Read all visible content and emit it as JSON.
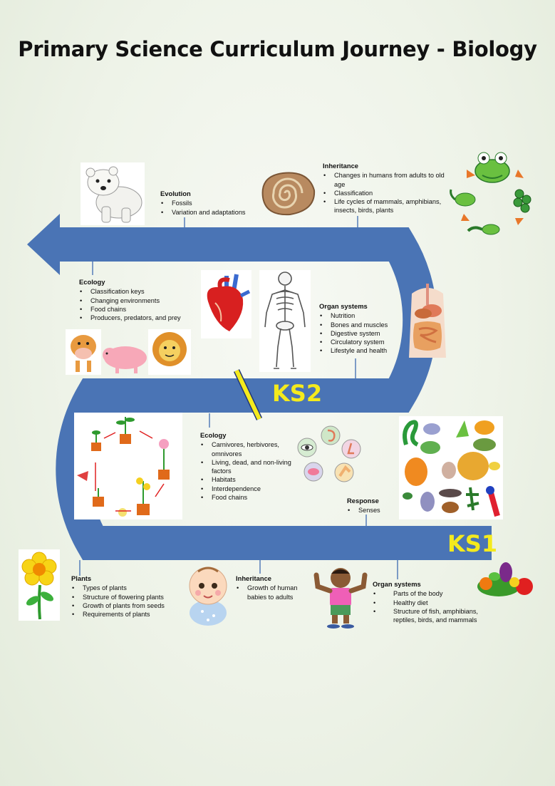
{
  "title": "Primary Science Curriculum Journey - Biology",
  "stages": {
    "ks2": "KS2",
    "ks1": "KS1"
  },
  "colors": {
    "road": "#4a74b5",
    "stage_label": "#f4ea1d",
    "marker": "#f4ea1d"
  },
  "topics": {
    "ks1_plants": {
      "heading": "Plants",
      "items": [
        "Types of plants",
        "Structure of flowering plants",
        "Growth of plants from seeds",
        "Requirements of plants"
      ]
    },
    "ks1_inheritance": {
      "heading": "Inheritance",
      "items": [
        "Growth of human babies to adults"
      ]
    },
    "ks1_organ_systems": {
      "heading": "Organ systems",
      "items": [
        "Parts of the body",
        "Healthy diet",
        "Structure of fish, amphibians, reptiles, birds, and mammals"
      ]
    },
    "ks1_response": {
      "heading": "Response",
      "items": [
        "Senses"
      ]
    },
    "ks1_ecology": {
      "heading": "Ecology",
      "items": [
        "Carnivores, herbivores, omnivores",
        "Living, dead, and non-living factors",
        "Habitats",
        "Interdependence",
        "Food chains"
      ]
    },
    "ks2_organ_systems": {
      "heading": "Organ systems",
      "items": [
        "Nutrition",
        "Bones and muscles",
        "Digestive system",
        "Circulatory system",
        "Lifestyle and health"
      ]
    },
    "ks2_ecology": {
      "heading": "Ecology",
      "items": [
        "Classification keys",
        "Changing environments",
        "Food chains",
        "Producers, predators, and prey"
      ]
    },
    "ks2_evolution": {
      "heading": "Evolution",
      "items": [
        "Fossils",
        "Variation and adaptations"
      ]
    },
    "ks2_inheritance": {
      "heading": "Inheritance",
      "items": [
        "Changes in humans from adults to old age",
        "Classification",
        "Life cycles of mammals, amphibians, insects, birds, plants"
      ]
    }
  },
  "icons": [
    "flower-icon",
    "baby-icon",
    "boy-icon",
    "vegetables-icon",
    "animals-icon",
    "senses-icon",
    "plant-growth-cycle-icon",
    "farm-animals-icon",
    "heart-icon",
    "skeleton-icon",
    "digestive-system-icon",
    "polar-bear-icon",
    "fossil-icon",
    "frog-life-cycle-icon"
  ]
}
